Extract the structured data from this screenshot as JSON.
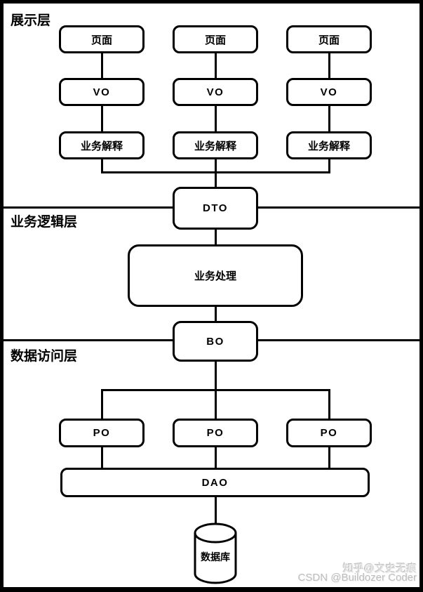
{
  "diagram": {
    "layers": {
      "presentation": {
        "label": "展示层"
      },
      "business_logic": {
        "label": "业务逻辑层"
      },
      "data_access": {
        "label": "数据访问层"
      }
    },
    "nodes": {
      "page": {
        "label": "页面"
      },
      "vo": {
        "label": "VO"
      },
      "business_interpret": {
        "label": "业务解释"
      },
      "dto": {
        "label": "DTO"
      },
      "business_process": {
        "label": "业务处理"
      },
      "bo": {
        "label": "BO"
      },
      "po": {
        "label": "PO"
      },
      "dao": {
        "label": "DAO"
      },
      "database": {
        "label": "数据库"
      }
    },
    "colors": {
      "stroke": "#000000",
      "node_fill": "#ffffff",
      "background": "#ffffff"
    }
  },
  "watermark": {
    "line1": "知乎@文史无痕",
    "line2": "CSDN @Buildozer Coder"
  }
}
